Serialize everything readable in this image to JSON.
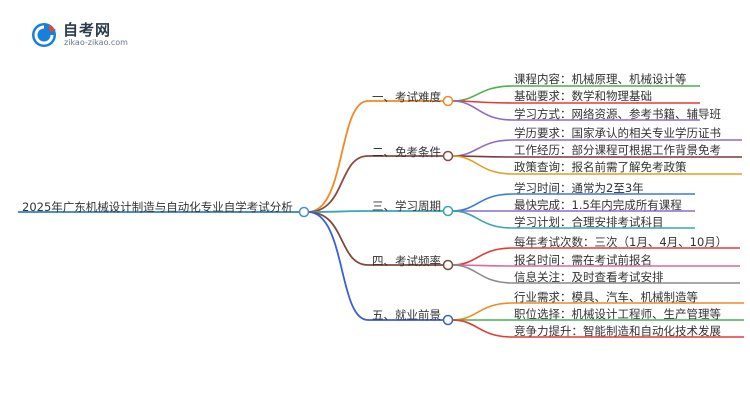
{
  "brand": {
    "name": "自考网",
    "url": "zikao-zikao.com",
    "colors": {
      "blue": "#1a7fd8",
      "red": "#e0483a"
    }
  },
  "root": {
    "label": "2025年广东机械设计制造与自动化专业自学考试分析",
    "color": "#4a90c8"
  },
  "branches": [
    {
      "label": "一、考试难度",
      "color": "#f08a24",
      "items": [
        "课程内容：机械原理、机械设计等",
        "基础要求：数学和物理基础",
        "学习方式：网络资源、参考书籍、辅导班"
      ],
      "item_colors": [
        "#4caf50",
        "#e53935",
        "#8e6cc4"
      ]
    },
    {
      "label": "二、免考条件",
      "color": "#8b4a3c",
      "items": [
        "学历要求：国家承认的相关专业学历证书",
        "工作经历：部分课程可根据工作背景免考",
        "政策查询：报名前需了解免考政策"
      ],
      "item_colors": [
        "#8e6cc4",
        "#7a3a3a",
        "#e0a020"
      ]
    },
    {
      "label": "三、学习周期",
      "color": "#3aa6b0",
      "items": [
        "学习时间：通常为2至3年",
        "最快完成：1.5年内完成所有课程",
        "学习计划：合理安排考试科目"
      ],
      "item_colors": [
        "#3a7ad8",
        "#8e6cc4",
        "#3aa6b0"
      ]
    },
    {
      "label": "四、考试频率",
      "color": "#7a4b3a",
      "items": [
        "每年考试次数：三次（1月、4月、10月）",
        "报名时间：需在考试前报名",
        "信息关注：及时查看考试安排"
      ],
      "item_colors": [
        "#e53935",
        "#d86aa0",
        "#8a8a8a"
      ]
    },
    {
      "label": "五、就业前景",
      "color": "#3a5fd8",
      "items": [
        "行业需求：模具、汽车、机械制造等",
        "职位选择：机械设计工程师、生产管理等",
        "竞争力提升：智能制造和自动化技术发展"
      ],
      "item_colors": [
        "#f08a24",
        "#4caf50",
        "#e53935"
      ]
    }
  ]
}
